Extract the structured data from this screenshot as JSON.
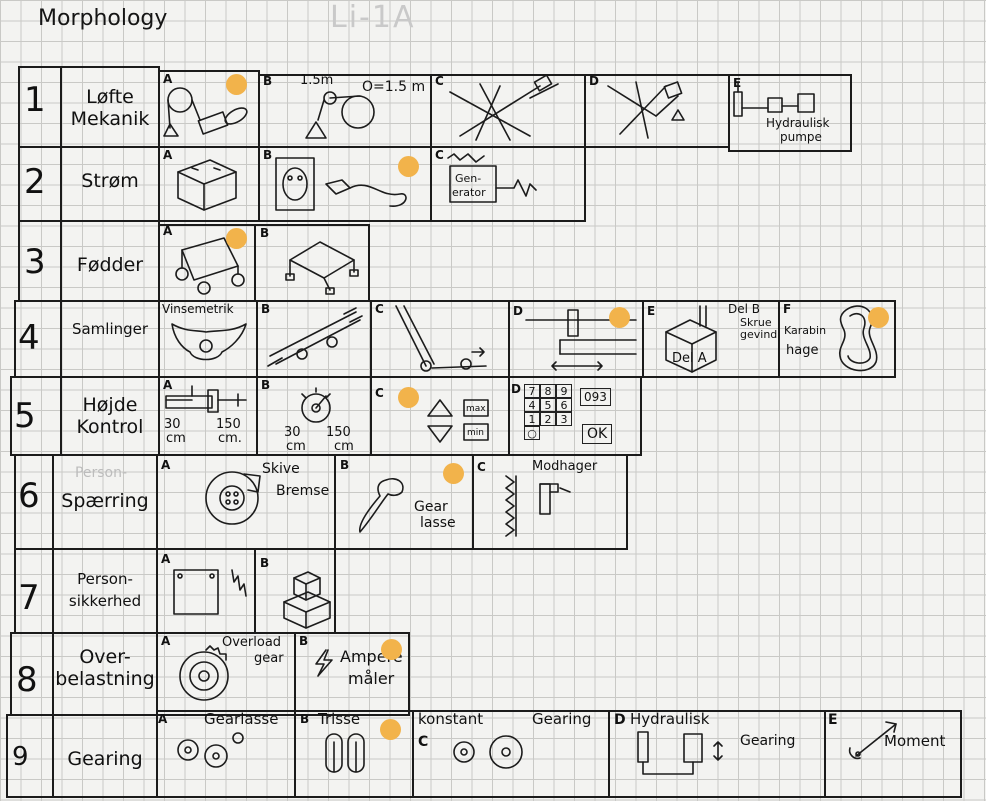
{
  "title": "Morphology",
  "faint_text": "Li-1A",
  "dot_color": "#f2b34b",
  "rows": [
    {
      "num": "1",
      "label": "Løfte Mekanik",
      "options": [
        {
          "letter": "A",
          "notes": []
        },
        {
          "letter": "B",
          "notes": [
            "1.5m",
            "O=1.5 m"
          ]
        },
        {
          "letter": "C",
          "notes": []
        },
        {
          "letter": "D",
          "notes": []
        },
        {
          "letter": "E",
          "notes": [
            "Hydraulisk",
            "pumpe"
          ]
        }
      ]
    },
    {
      "num": "2",
      "label": "Strøm",
      "options": [
        {
          "letter": "A",
          "notes": []
        },
        {
          "letter": "B",
          "notes": []
        },
        {
          "letter": "C",
          "notes": [
            "Gen-",
            "erator"
          ]
        }
      ]
    },
    {
      "num": "3",
      "label": "Fødder",
      "options": [
        {
          "letter": "A",
          "notes": []
        },
        {
          "letter": "B",
          "notes": []
        }
      ]
    },
    {
      "num": "4",
      "label": "Samlinger",
      "options": [
        {
          "letter": "",
          "notes": [
            "Vinsemetrik"
          ]
        },
        {
          "letter": "B",
          "notes": []
        },
        {
          "letter": "C",
          "notes": []
        },
        {
          "letter": "D",
          "notes": []
        },
        {
          "letter": "E",
          "notes": [
            "Del B",
            "Skrue",
            "gevind",
            "Del A"
          ]
        },
        {
          "letter": "F",
          "notes": [
            "Karabin",
            "hage"
          ]
        }
      ]
    },
    {
      "num": "5",
      "label": "Højde Kontrol",
      "options": [
        {
          "letter": "A",
          "notes": [
            "30",
            "cm",
            "150",
            "cm."
          ]
        },
        {
          "letter": "B",
          "notes": [
            "30",
            "cm",
            "150",
            "cm"
          ]
        },
        {
          "letter": "C",
          "notes": [
            "max",
            "min"
          ]
        },
        {
          "letter": "D",
          "notes": [
            "7",
            "8",
            "9",
            "4",
            "5",
            "6",
            "1",
            "2",
            "3",
            "093",
            "OK"
          ]
        }
      ]
    },
    {
      "num": "6",
      "label": "Spærring",
      "sub_label": "Person-",
      "options": [
        {
          "letter": "A",
          "notes": [
            "Skive",
            "Bremse"
          ]
        },
        {
          "letter": "B",
          "notes": [
            "Gear",
            "lasse"
          ]
        },
        {
          "letter": "C",
          "notes": [
            "Modhager"
          ]
        }
      ]
    },
    {
      "num": "7",
      "label": "Person-sikkerhed",
      "options": [
        {
          "letter": "A",
          "notes": []
        },
        {
          "letter": "B",
          "notes": []
        }
      ]
    },
    {
      "num": "8",
      "label": "Over-belastning",
      "options": [
        {
          "letter": "A",
          "notes": [
            "Overload",
            "gear"
          ]
        },
        {
          "letter": "B",
          "notes": [
            "Ampere",
            "måler"
          ]
        }
      ]
    },
    {
      "num": "9",
      "label": "Gearing",
      "options": [
        {
          "letter": "A",
          "notes": [
            "Gearlasse"
          ]
        },
        {
          "letter": "B",
          "notes": [
            "Trisse"
          ]
        },
        {
          "letter": "C",
          "notes": [
            "konstant",
            "Gearing"
          ]
        },
        {
          "letter": "D",
          "notes": [
            "Hydraulisk",
            "Gearing"
          ]
        },
        {
          "letter": "E",
          "notes": [
            "Moment"
          ]
        }
      ]
    }
  ]
}
